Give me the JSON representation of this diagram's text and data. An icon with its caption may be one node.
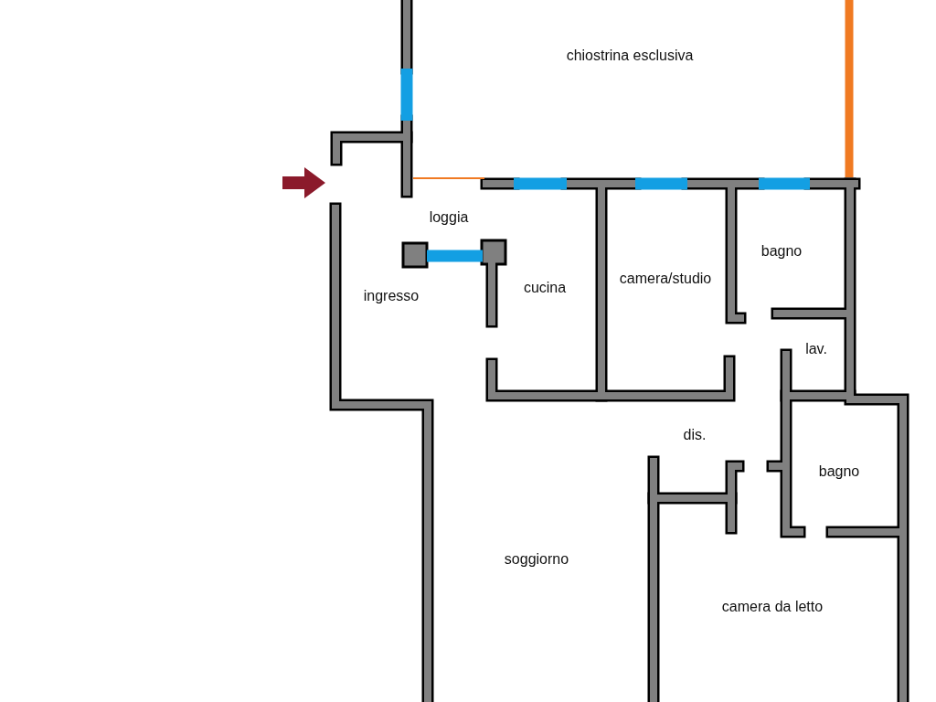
{
  "diagram": {
    "labels": [
      "chiostrina esclusiva",
      "loggia",
      "ingresso",
      "cucina",
      "camera/studio",
      "bagno",
      "lav.",
      "dis.",
      "bagno",
      "soggiorno",
      "camera da letto"
    ]
  }
}
